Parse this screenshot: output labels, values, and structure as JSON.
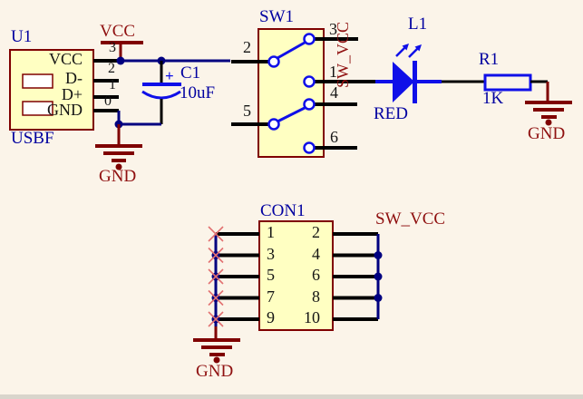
{
  "colors": {
    "bg": "#FBF4E9",
    "body-fill": "#FFFFC2",
    "body-stroke": "#7F0000",
    "wire": "#000080",
    "pin": "#000000",
    "symbol-blue": "#0F0FE8",
    "power-red": "#7F0000",
    "power-text": "#8F1010",
    "designator-text": "#0000A0",
    "pin-text": "#141414",
    "noerc": "#E27070"
  },
  "u1": {
    "designator": "U1",
    "part": "USBF",
    "pins": [
      {
        "name": "VCC",
        "number": "3"
      },
      {
        "name": "D-",
        "number": "2"
      },
      {
        "name": "D+",
        "number": "1"
      },
      {
        "name": "GND",
        "number": "0"
      }
    ]
  },
  "power": {
    "vcc": "VCC",
    "gnd_u1": "GND",
    "gnd_r1": "GND",
    "gnd_con1": "GND"
  },
  "c1": {
    "designator": "C1",
    "value": "10uF",
    "polarity": "+"
  },
  "sw1": {
    "designator": "SW1",
    "pins": [
      "2",
      "3",
      "1",
      "4",
      "5",
      "6"
    ],
    "net_label": "SW_VCC"
  },
  "led": {
    "designator": "L1",
    "value": "RED"
  },
  "r1": {
    "designator": "R1",
    "value": "1K"
  },
  "con1": {
    "designator": "CON1",
    "left_pins": [
      "1",
      "3",
      "5",
      "7",
      "9"
    ],
    "right_pins": [
      "2",
      "4",
      "6",
      "8",
      "10"
    ],
    "net_label": "SW_VCC"
  }
}
